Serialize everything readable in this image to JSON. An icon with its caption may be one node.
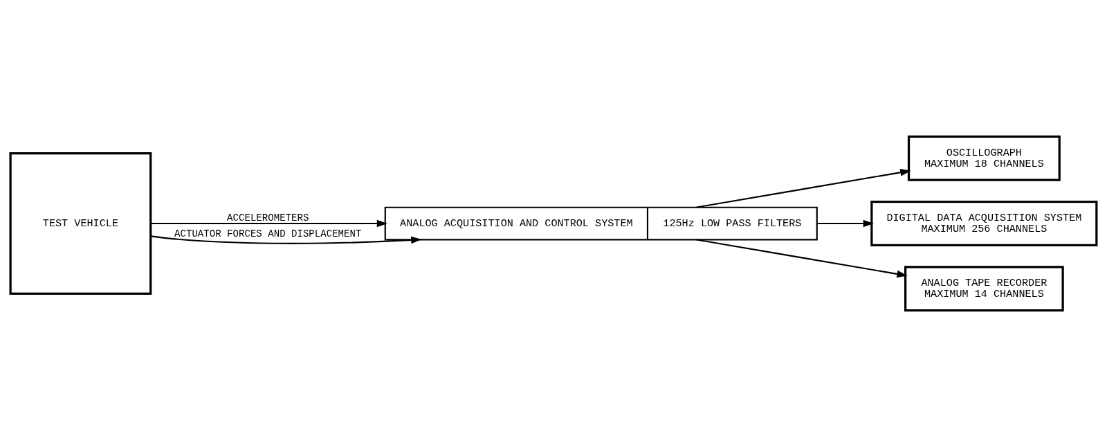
{
  "diagram": {
    "nodes": [
      {
        "text": [
          "TEST VEHICLE"
        ]
      },
      {
        "text": [
          "ANALOG ACQUISITION AND CONTROL SYSTEM",
          "125Hz LOW PASS FILTERS"
        ]
      },
      {
        "text": [
          "OSCILLOGRAPH",
          "MAXIMUM 18 CHANNELS"
        ]
      },
      {
        "text": [
          "DIGITAL DATA ACQUISITION SYSTEM",
          "MAXIMUM 256 CHANNELS"
        ]
      },
      {
        "text": [
          "ANALOG TAPE RECORDER",
          "MAXIMUM 14 CHANNELS"
        ]
      }
    ],
    "edges": [
      {
        "from": 0,
        "to": 1,
        "arrow": "to",
        "label": "ACCELEROMETERS"
      },
      {
        "from": 0,
        "to": 1,
        "arrow": "to",
        "label": "ACTUATOR FORCES AND DISPLACEMENT"
      },
      {
        "from": 1,
        "to": 2,
        "arrow": "to"
      },
      {
        "from": 1,
        "to": 3,
        "arrow": "to"
      },
      {
        "from": 1,
        "to": 4,
        "arrow": "to"
      }
    ]
  }
}
